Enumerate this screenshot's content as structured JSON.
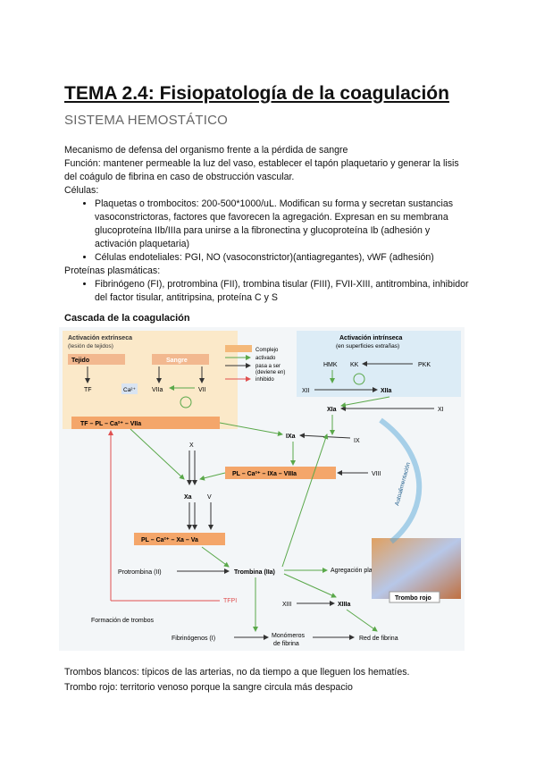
{
  "header": {
    "title": "TEMA 2.4: Fisiopatología de la coagulación",
    "subtitle": "SISTEMA HEMOSTÁTICO"
  },
  "intro": {
    "line1": "Mecanismo de defensa del organismo frente a la pérdida de sangre",
    "line2": "Función: mantener permeable la luz del vaso, establecer el tapón plaquetario y generar la lisis del coágulo de fibrina en caso de obstrucción vascular.",
    "cells_label": "Células:",
    "cells": [
      "Plaquetas o trombocitos: 200-500*1000/uL. Modifican su forma y secretan sustancias vasoconstrictoras, factores que favorecen la agregación. Expresan en su membrana glucoproteína IIb/IIIa para unirse a la fibronectina y glucoproteína Ib (adhesión y activación plaquetaria)",
      "Células endoteliales: PGI, NO (vasoconstrictor)(antiagregantes), vWF (adhesión)"
    ],
    "proteins_label": "Proteínas plasmáticas:",
    "proteins": [
      "Fibrinógeno (FI), protrombina (FII), trombina tisular (FIII), FVII-XIII, antitrombina, inhibidor del factor tisular, antitripsina, proteína C y S"
    ]
  },
  "figure": {
    "heading": "Cascada de la coagulación",
    "extrinsic_title": "Activación extrínseca",
    "extrinsic_sub": "(lesión de tejidos)",
    "tejido": "Tejido",
    "sangre": "Sangre",
    "intrinsic_title": "Activación intrínseca",
    "intrinsic_sub": "(en superficies extrañas)",
    "legend": [
      "Complejo",
      "activado",
      "pasa a ser",
      "(deviene en)",
      "inhibido"
    ],
    "labels": {
      "tf": "TF",
      "ca": "Ca²⁺",
      "viia": "VIIa",
      "vii": "VII",
      "complex1": "TF – PL – Ca²⁺ – VIIa",
      "hmk": "HMK",
      "kk": "KK",
      "pkk": "PKK",
      "xii": "XII",
      "xiia": "XIIa",
      "xia": "XIa",
      "xi": "XI",
      "ixa": "IXa",
      "ix": "IX",
      "x": "X",
      "complex2": "PL – Ca²⁺ – IXa – VIIIa",
      "viii": "VIII",
      "xa": "Xa",
      "v": "V",
      "complex3": "PL – Ca²⁺ – Xa – Va",
      "protrombina": "Protrombina (II)",
      "trombina": "Trombina (IIa)",
      "agregacion": "Agregación plaquetaria",
      "tfpi": "TFPI",
      "xiii": "XIII",
      "xiiia": "XIIIa",
      "trombo": "Trombo rojo",
      "formacion": "Formación de trombos",
      "fibrinogenos": "Fibrinógenos (I)",
      "monomeros1": "Monómeros",
      "monomeros2": "de fibrina",
      "red": "Red de fibrina",
      "feedback": "Autoalimentación"
    }
  },
  "footer": {
    "line1": "Trombos blancos: típicos de las arterias, no da tiempo a que lleguen los hematíes.",
    "line2": "Trombo rojo: territorio venoso porque la sangre circula más despacio"
  }
}
